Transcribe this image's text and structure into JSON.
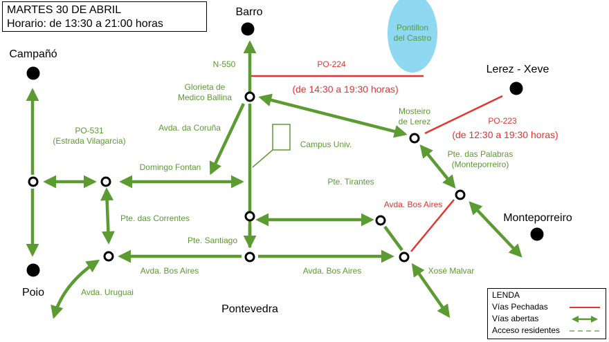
{
  "info": {
    "date": "MARTES 30 DE ABRIL",
    "schedule": "Horario: de 13:30 a 21:00 horas"
  },
  "places": {
    "barro": "Barro",
    "campano": "Campañó",
    "poio": "Poio",
    "pontevedra": "Pontevedra",
    "lerez_xeve": "Lerez - Xeve",
    "monteporreiro": "Monteporreiro",
    "pontillon": [
      "Pontillon",
      "del Castro"
    ]
  },
  "roads": {
    "n550": "N-550",
    "glorieta": [
      "Glorieta de",
      "Medico Ballina"
    ],
    "avda_coruna": "Avda. da Coruña",
    "po531": [
      "PO-531",
      "(Estrada Vilagarcia)"
    ],
    "domingo_fontan": "Domingo Fontan",
    "campus": "Campus Univ.",
    "mosteiro": [
      "Mosteiro",
      "de Lerez"
    ],
    "pte_palabras": [
      "Pte. das Palabras",
      "(Monteporreiro)"
    ],
    "pte_tirantes": "Pte. Tirantes",
    "avda_bos_aires_red": "Avda. Bos Aires",
    "pte_correntes": "Pte. das Correntes",
    "pte_santiago": "Pte. Santiago",
    "avda_bos_aires_left": "Avda. Bos Aires",
    "avda_bos_aires_right": "Avda. Bos Aires",
    "xose_malvar": "Xosé Malvar",
    "avda_uruguai": "Avda. Uruguai"
  },
  "closures": {
    "po224": "PO-224",
    "po224_time": "(de 14:30 a 19:30 horas)",
    "po223": "PO-223",
    "po223_time": "(de 12:30 a 19:30 horas)"
  },
  "legend": {
    "title": "LENDA",
    "closed": "Vías Pechadas",
    "open": "Vías abertas",
    "residents": "Acceso residentes"
  },
  "colors": {
    "open_road": "#5c9a32",
    "closed_road": "#e8322b",
    "water": "#8ed8f2",
    "node": "#000000"
  }
}
